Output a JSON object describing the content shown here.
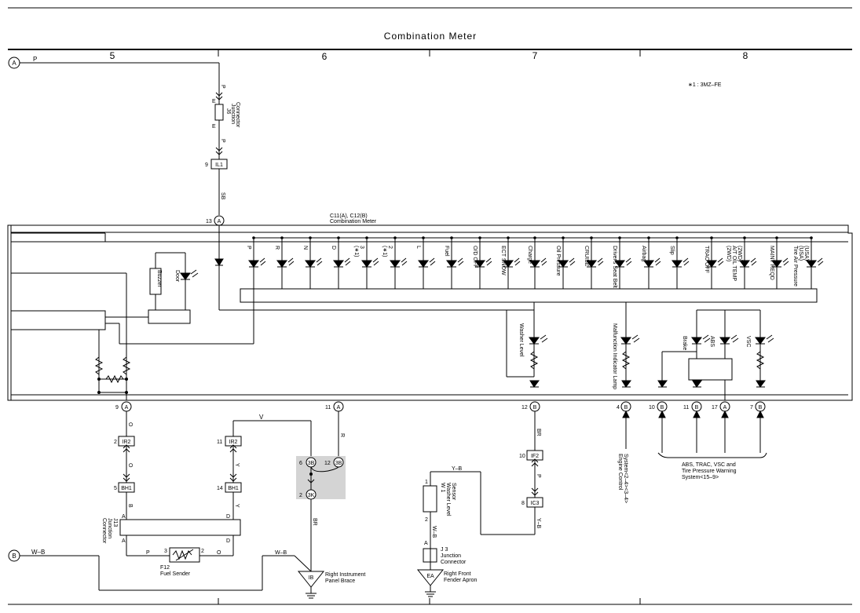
{
  "title": "Combination Meter",
  "columns": [
    "5",
    "6",
    "7",
    "8"
  ],
  "note": "∗1 : 3MZ–FE",
  "meter_label": [
    "C11(A), C12(B)",
    "Combination Meter"
  ],
  "lamps": [
    "P",
    "R",
    "N",
    "D",
    "3",
    "(∗1)",
    "2",
    "(∗1)",
    "L",
    "Fuel",
    "O/D OFF",
    "ECT SNOW",
    "Charge",
    "Oil Pressure",
    "CRUISE",
    "Driver's Seat Belt",
    "Airbag",
    "Slip",
    "TRAC OFF",
    "(2WD)",
    "A/T OIL TEMP",
    "(2WD)",
    "MAINT REQD",
    "(USA)",
    "(USA)",
    "Tire Air Pressure"
  ],
  "inner_labels": [
    "Buzzer",
    "Door",
    "Washer Level",
    "Malfunction Indicator Lamp",
    "Brake",
    "ABS",
    "VSC"
  ],
  "terminals": {
    "a_in": "A",
    "b_in": "B",
    "pin9": "9",
    "pin11": "11",
    "pin12": "12",
    "pin4": "4",
    "pin10": "10",
    "pin11b": "11",
    "pin17": "17",
    "pin7": "7",
    "pin13": "13",
    "A": "A",
    "B": "B"
  },
  "connectors": [
    "IL1",
    "IR2",
    "IR2",
    "BH1",
    "BH1",
    "IF2",
    "IC3",
    "3B",
    "3B",
    "3K",
    "IB",
    "EA"
  ],
  "connector_pins": [
    "9",
    "2",
    "11",
    "5",
    "14",
    "10",
    "8",
    "6",
    "12",
    "2",
    "1",
    "2",
    "3",
    "2",
    "A",
    "A",
    "D",
    "D",
    "E",
    "E"
  ],
  "wires": [
    "P",
    "P",
    "P",
    "SB",
    "O",
    "O",
    "B",
    "V",
    "Y",
    "Y",
    "B",
    "R",
    "BR",
    "BR",
    "P",
    "Y–B",
    "Y–B",
    "W–B",
    "W–B",
    "W–B",
    "P",
    "O",
    "W–B"
  ],
  "components": {
    "j6": [
      "J6",
      "Junction",
      "Connector"
    ],
    "j13": [
      "J13",
      "Junction",
      "Connector"
    ],
    "f12": [
      "F12",
      "Fuel Sender"
    ],
    "w1": [
      "W 1",
      "Washer Level",
      "Sensor"
    ],
    "j3": [
      "J 3",
      "Junction",
      "Connector"
    ],
    "ib": [
      "Right Instrument",
      "Panel Brace"
    ],
    "ea": [
      "Right Front",
      "Fender Apron"
    ]
  },
  "systems": {
    "engine": [
      "Engine Control",
      "System<2–4><3–4>"
    ],
    "abs": [
      "ABS,  TRAC,  VSC and",
      "Tire Pressure Warning",
      "System<15–9>"
    ]
  }
}
